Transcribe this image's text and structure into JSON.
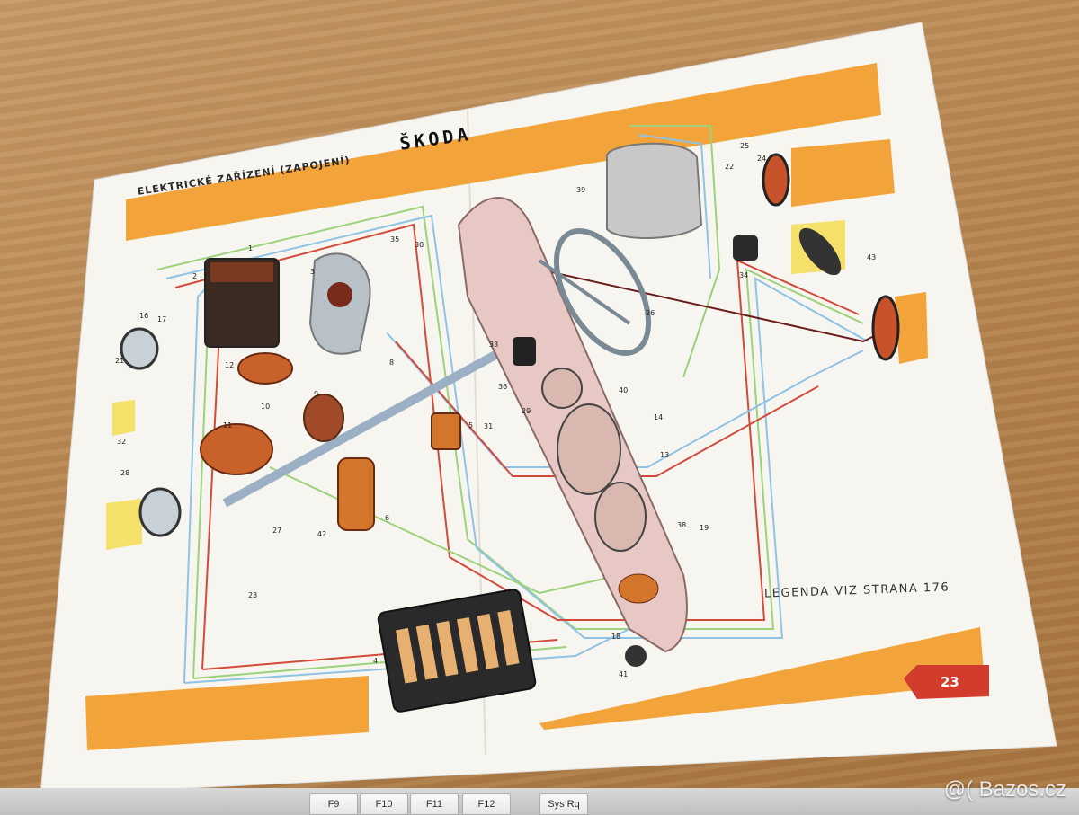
{
  "document": {
    "title": "ELEKTRICKÉ ZAŘÍZENÍ (ZAPOJENÍ)",
    "brand": "ŠKODA",
    "legend_note": "LEGENDA VIZ STRANA 176",
    "page_number": "23",
    "part_numbers": [
      "1",
      "2",
      "3",
      "4",
      "5",
      "6",
      "8",
      "9",
      "10",
      "11",
      "12",
      "13",
      "14",
      "16",
      "17",
      "18",
      "19",
      "21",
      "22",
      "23",
      "24",
      "25",
      "26",
      "27",
      "28",
      "29",
      "30",
      "31",
      "32",
      "33",
      "34",
      "35",
      "36",
      "38",
      "39",
      "40",
      "41",
      "42",
      "43"
    ]
  },
  "keyboard": {
    "keys": [
      "F9",
      "F10",
      "F11",
      "F12",
      "Sys Rq"
    ]
  },
  "watermark": "@( Bazos.cz"
}
